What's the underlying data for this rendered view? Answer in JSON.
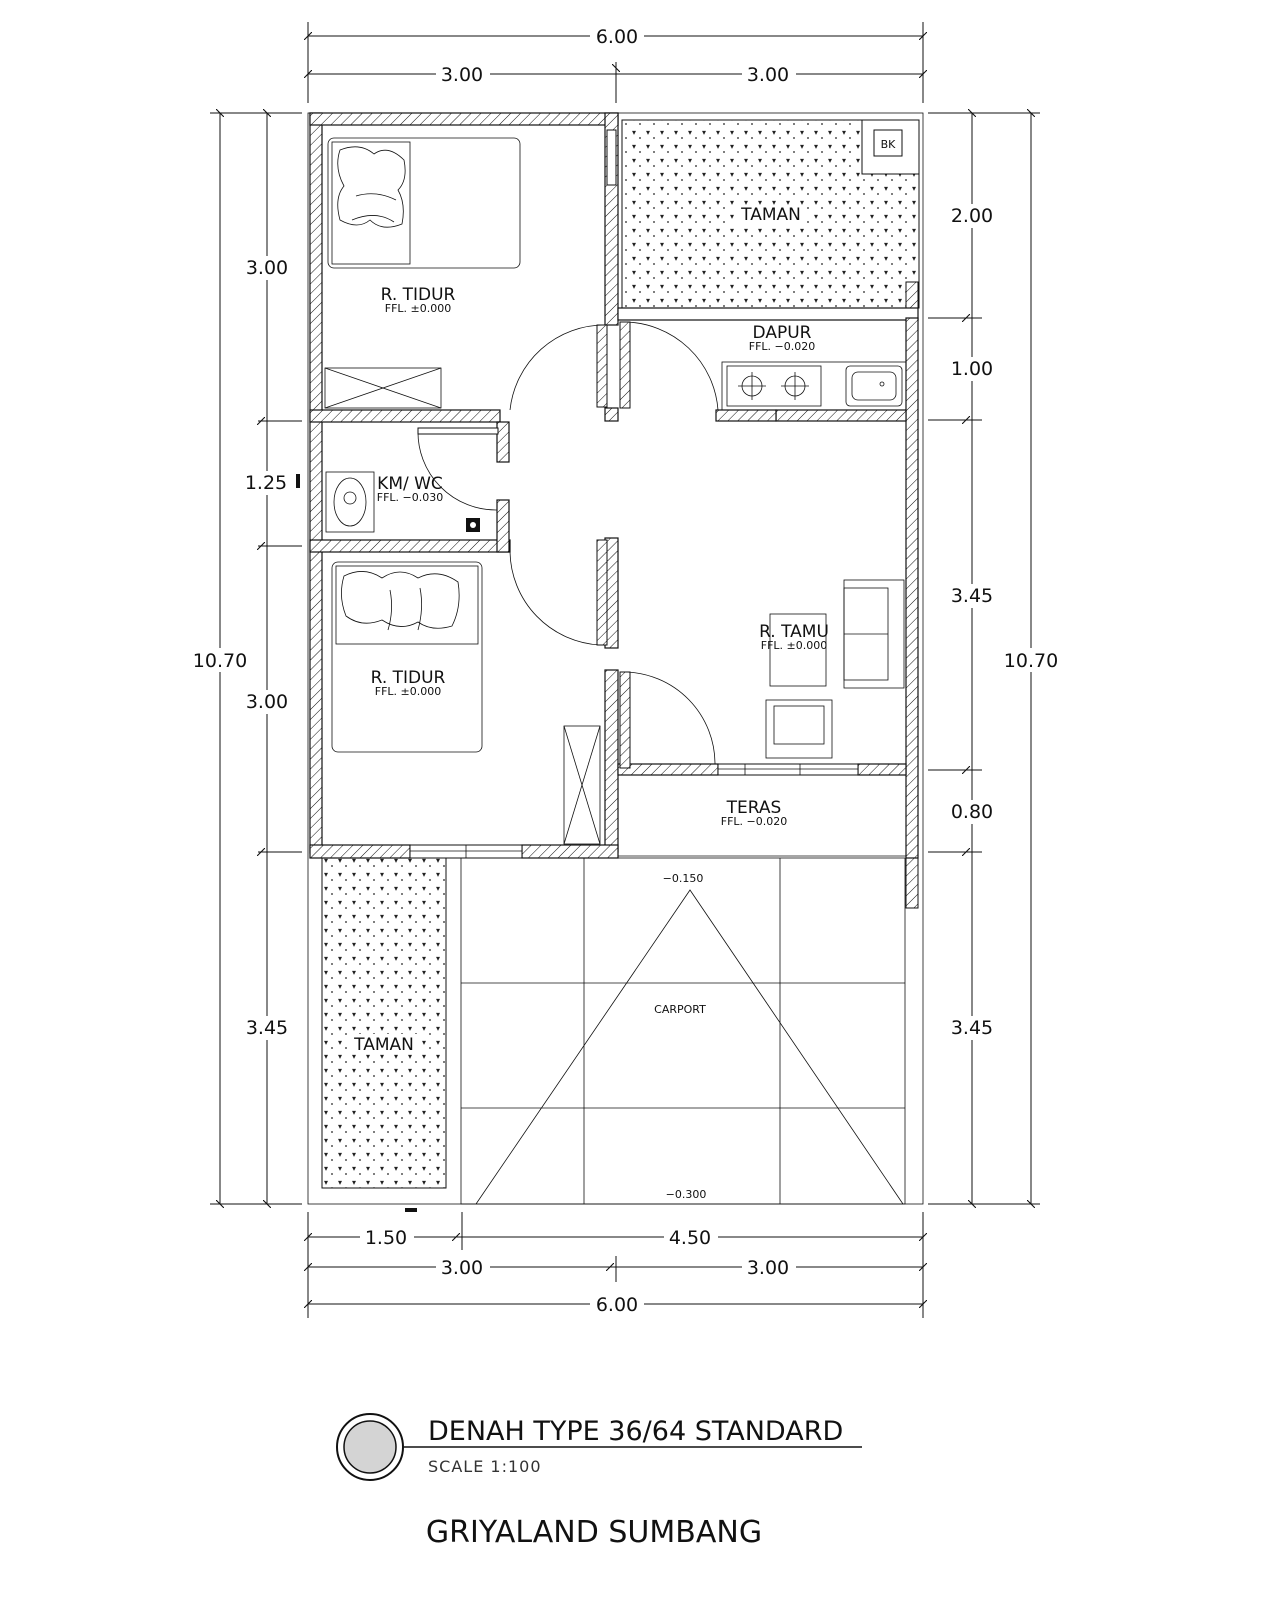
{
  "dimensions": {
    "top_total": "6.00",
    "top_left": "3.00",
    "top_right": "3.00",
    "left_total": "10.70",
    "left_1": "3.00",
    "left_2": "1.25",
    "left_3": "3.00",
    "left_4": "3.45",
    "right_total": "10.70",
    "right_1": "2.00",
    "right_2": "1.00",
    "right_3": "3.45",
    "right_4": "0.80",
    "right_5": "3.45",
    "bottom_a": "1.50",
    "bottom_b": "4.50",
    "bottom_left": "3.00",
    "bottom_right": "3.00",
    "bottom_total": "6.00"
  },
  "rooms": {
    "bedroom_top": {
      "name": "R. TIDUR",
      "ffl": "FFL. ±0.000"
    },
    "garden_top": {
      "name": "TAMAN"
    },
    "bk": "BK",
    "kitchen": {
      "name": "DAPUR",
      "ffl": "FFL. −0.020"
    },
    "bathroom": {
      "name": "KM/ WC",
      "ffl": "FFL. −0.030"
    },
    "bedroom_bottom": {
      "name": "R. TIDUR",
      "ffl": "FFL. ±0.000"
    },
    "living": {
      "name": "R. TAMU",
      "ffl": "FFL. ±0.000"
    },
    "terrace": {
      "name": "TERAS",
      "ffl": "FFL. −0.020"
    },
    "garden_bottom": {
      "name": "TAMAN"
    },
    "carport": {
      "name": "CARPORT",
      "level_top": "−0.150",
      "level_bottom": "−0.300"
    }
  },
  "title_block": {
    "title": "DENAH TYPE 36/64 STANDARD",
    "scale": "SCALE 1:100"
  },
  "project_name": "GRIYALAND SUMBANG"
}
